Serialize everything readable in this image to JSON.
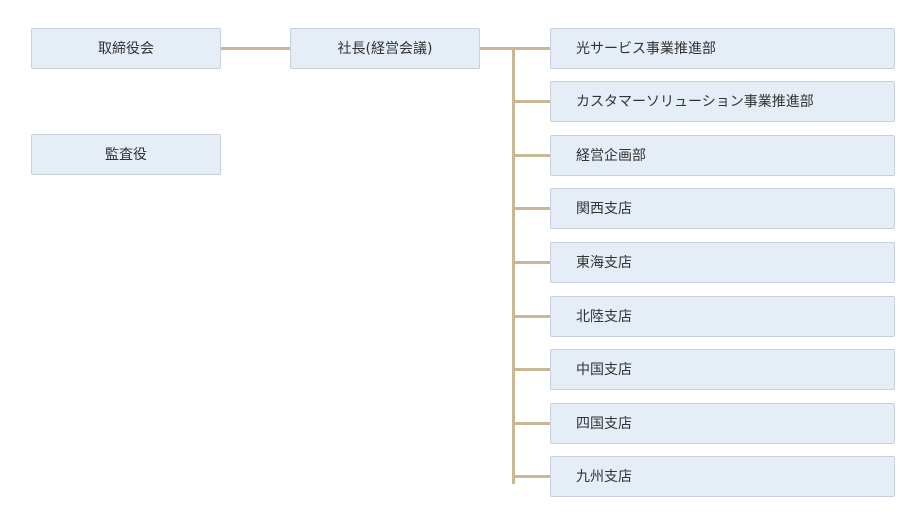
{
  "org": {
    "board": "取締役会",
    "president": "社長(経営会議)",
    "auditor": "監査役",
    "departments": [
      "光サービス事業推進部",
      "カスタマーソリューション事業推進部",
      "経営企画部",
      "関西支店",
      "東海支店",
      "北陸支店",
      "中国支店",
      "四国支店",
      "九州支店"
    ]
  },
  "colors": {
    "box_fill": "#e5edf7",
    "box_border": "#c7d0dc",
    "connector": "#c8b896",
    "text": "#333333"
  }
}
